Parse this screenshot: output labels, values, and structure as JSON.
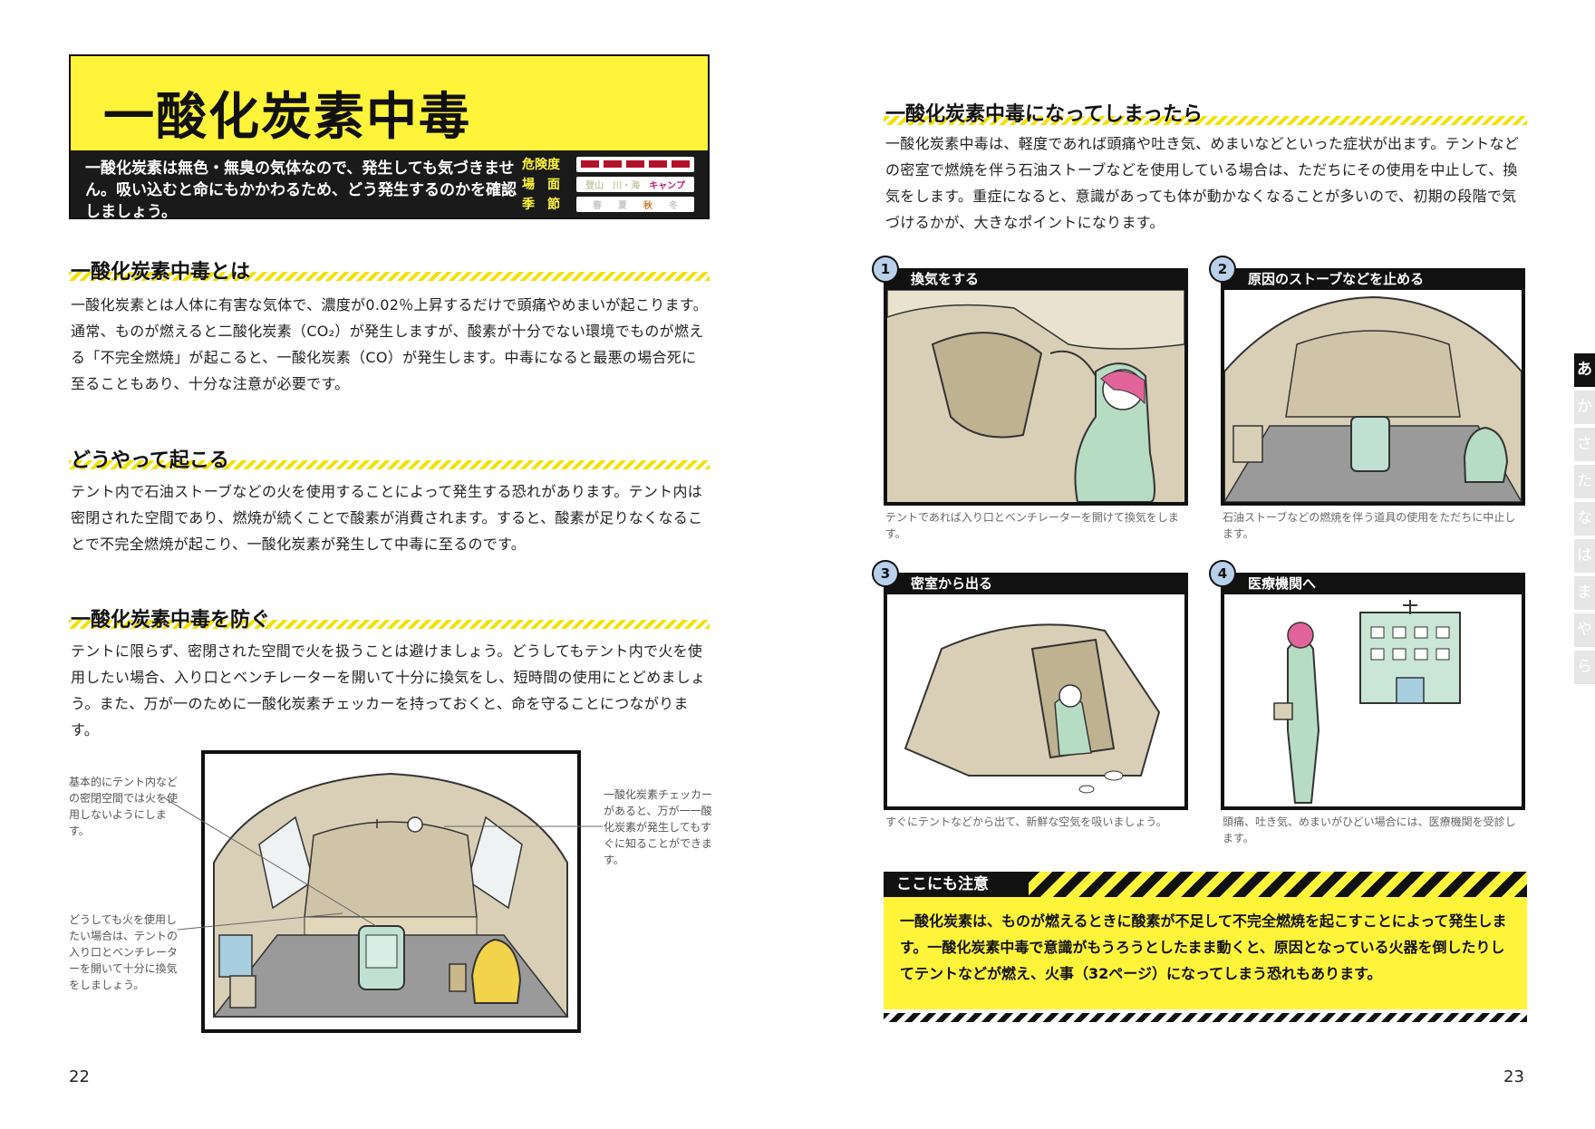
{
  "left_page": {
    "title": "一酸化炭素中毒",
    "intro": "一酸化炭素は無色・無臭の気体なので、発生しても気づきません。吸い込むと命にもかかわるため、どう発生するのかを確認しましょう。",
    "rating": {
      "danger_label": "危険度",
      "danger_level": 5,
      "scene_label": "場　面",
      "scenes": [
        {
          "label": "登山",
          "active": false
        },
        {
          "label": "川・海",
          "active": false
        },
        {
          "label": "キャンプ",
          "active": true
        }
      ],
      "season_label": "季　節",
      "seasons": [
        {
          "label": "春",
          "active": false
        },
        {
          "label": "夏",
          "active": false
        },
        {
          "label": "秋",
          "active": true
        },
        {
          "label": "冬",
          "active": false
        }
      ]
    },
    "sections": [
      {
        "heading": "一酸化炭素中毒とは",
        "body": "一酸化炭素とは人体に有害な気体で、濃度が0.02％上昇するだけで頭痛やめまいが起こります。通常、ものが燃えると二酸化炭素（CO₂）が発生しますが、酸素が十分でない環境でものが燃える「不完全燃焼」が起こると、一酸化炭素（CO）が発生します。中毒になると最悪の場合死に至ることもあり、十分な注意が必要です。"
      },
      {
        "heading": "どうやって起こる",
        "body": "テント内で石油ストーブなどの火を使用することによって発生する恐れがあります。テント内は密閉された空間であり、燃焼が続くことで酸素が消費されます。すると、酸素が足りなくなることで不完全燃焼が起こり、一酸化炭素が発生して中毒に至るのです。"
      },
      {
        "heading": "一酸化炭素中毒を防ぐ",
        "body": "テントに限らず、密閉された空間で火を扱うことは避けましょう。どうしてもテント内で火を使用したい場合、入り口とベンチレーターを開いて十分に換気をし、短時間の使用にとどめましょう。また、万が一のために一酸化炭素チェッカーを持っておくと、命を守ることにつながります。"
      }
    ],
    "callouts": {
      "left_top": "基本的にテント内などの密閉空間では火を使用しないようにします。",
      "left_bottom": "どうしても火を使用したい場合は、テントの入り口とベンチレーターを開いて十分に換気をしましょう。",
      "right": "一酸化炭素チェッカーがあると、万が一一酸化炭素が発生してもすぐに知ることができます。"
    },
    "page_number": "22"
  },
  "right_page": {
    "heading": "一酸化炭素中毒になってしまったら",
    "body": "一酸化炭素中毒は、軽度であれば頭痛や吐き気、めまいなどといった症状が出ます。テントなどの密室で燃焼を伴う石油ストーブなどを使用している場合は、ただちにその使用を中止して、換気をします。重症になると、意識があっても体が動かなくなることが多いので、初期の段階で気づけるかが、大きなポイントになります。",
    "steps": [
      {
        "number": "1",
        "title": "換気をする",
        "caption": "テントであれば入り口とベンチレーターを開けて換気をします。"
      },
      {
        "number": "2",
        "title": "原因のストーブなどを止める",
        "caption": "石油ストーブなどの燃焼を伴う道具の使用をただちに中止します。"
      },
      {
        "number": "3",
        "title": "密室から出る",
        "caption": "すぐにテントなどから出て、新鮮な空気を吸いましょう。"
      },
      {
        "number": "4",
        "title": "医療機関へ",
        "caption": "頭痛、吐き気、めまいがひどい場合には、医療機関を受診します。"
      }
    ],
    "note": {
      "title": "ここにも注意",
      "body": "一酸化炭素は、ものが燃えるときに酸素が不足して不完全燃焼を起こすことによって発生します。一酸化炭素中毒で意識がもうろうとしたまま動くと、原因となっている火器を倒したりしてテントなどが燃え、火事（32ページ）になってしまう恐れもあります。"
    },
    "index_tabs": [
      {
        "label": "あ",
        "active": true
      },
      {
        "label": "か",
        "active": false
      },
      {
        "label": "さ",
        "active": false
      },
      {
        "label": "た",
        "active": false
      },
      {
        "label": "な",
        "active": false
      },
      {
        "label": "は",
        "active": false
      },
      {
        "label": "ま",
        "active": false
      },
      {
        "label": "や",
        "active": false
      },
      {
        "label": "ら",
        "active": false
      }
    ],
    "page_number": "23"
  },
  "colors": {
    "accent_yellow": "#fff43a",
    "danger_red": "#b3122b",
    "badge_blue": "#b8d0ea",
    "tent_beige": "#d9cfb6"
  }
}
